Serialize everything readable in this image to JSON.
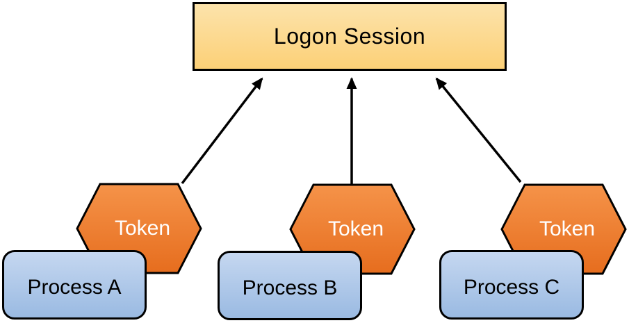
{
  "diagram": {
    "background_color": "#ffffff",
    "logon_session": {
      "label": "Logon Session",
      "fill_top": "#fce3ab",
      "fill_bottom": "#fcd077",
      "border_color": "#000000",
      "text_color": "#000000"
    },
    "tokens": [
      {
        "id": "token-a",
        "label": "Token"
      },
      {
        "id": "token-b",
        "label": "Token"
      },
      {
        "id": "token-c",
        "label": "Token"
      }
    ],
    "processes": [
      {
        "id": "process-a",
        "label": "Process A"
      },
      {
        "id": "process-b",
        "label": "Process B"
      },
      {
        "id": "process-c",
        "label": "Process C"
      }
    ],
    "token_style": {
      "fill_top": "#f59349",
      "fill_bottom": "#e66d1e",
      "border_color": "#000000",
      "text_color": "#ffffff"
    },
    "process_style": {
      "fill_top": "#c5d7f0",
      "fill_bottom": "#9abae2",
      "border_color": "#000000",
      "text_color": "#000000"
    },
    "arrows": [
      {
        "from": "token-a",
        "to": "logon-session"
      },
      {
        "from": "token-b",
        "to": "logon-session"
      },
      {
        "from": "token-c",
        "to": "logon-session"
      }
    ],
    "arrow_color": "#000000"
  }
}
